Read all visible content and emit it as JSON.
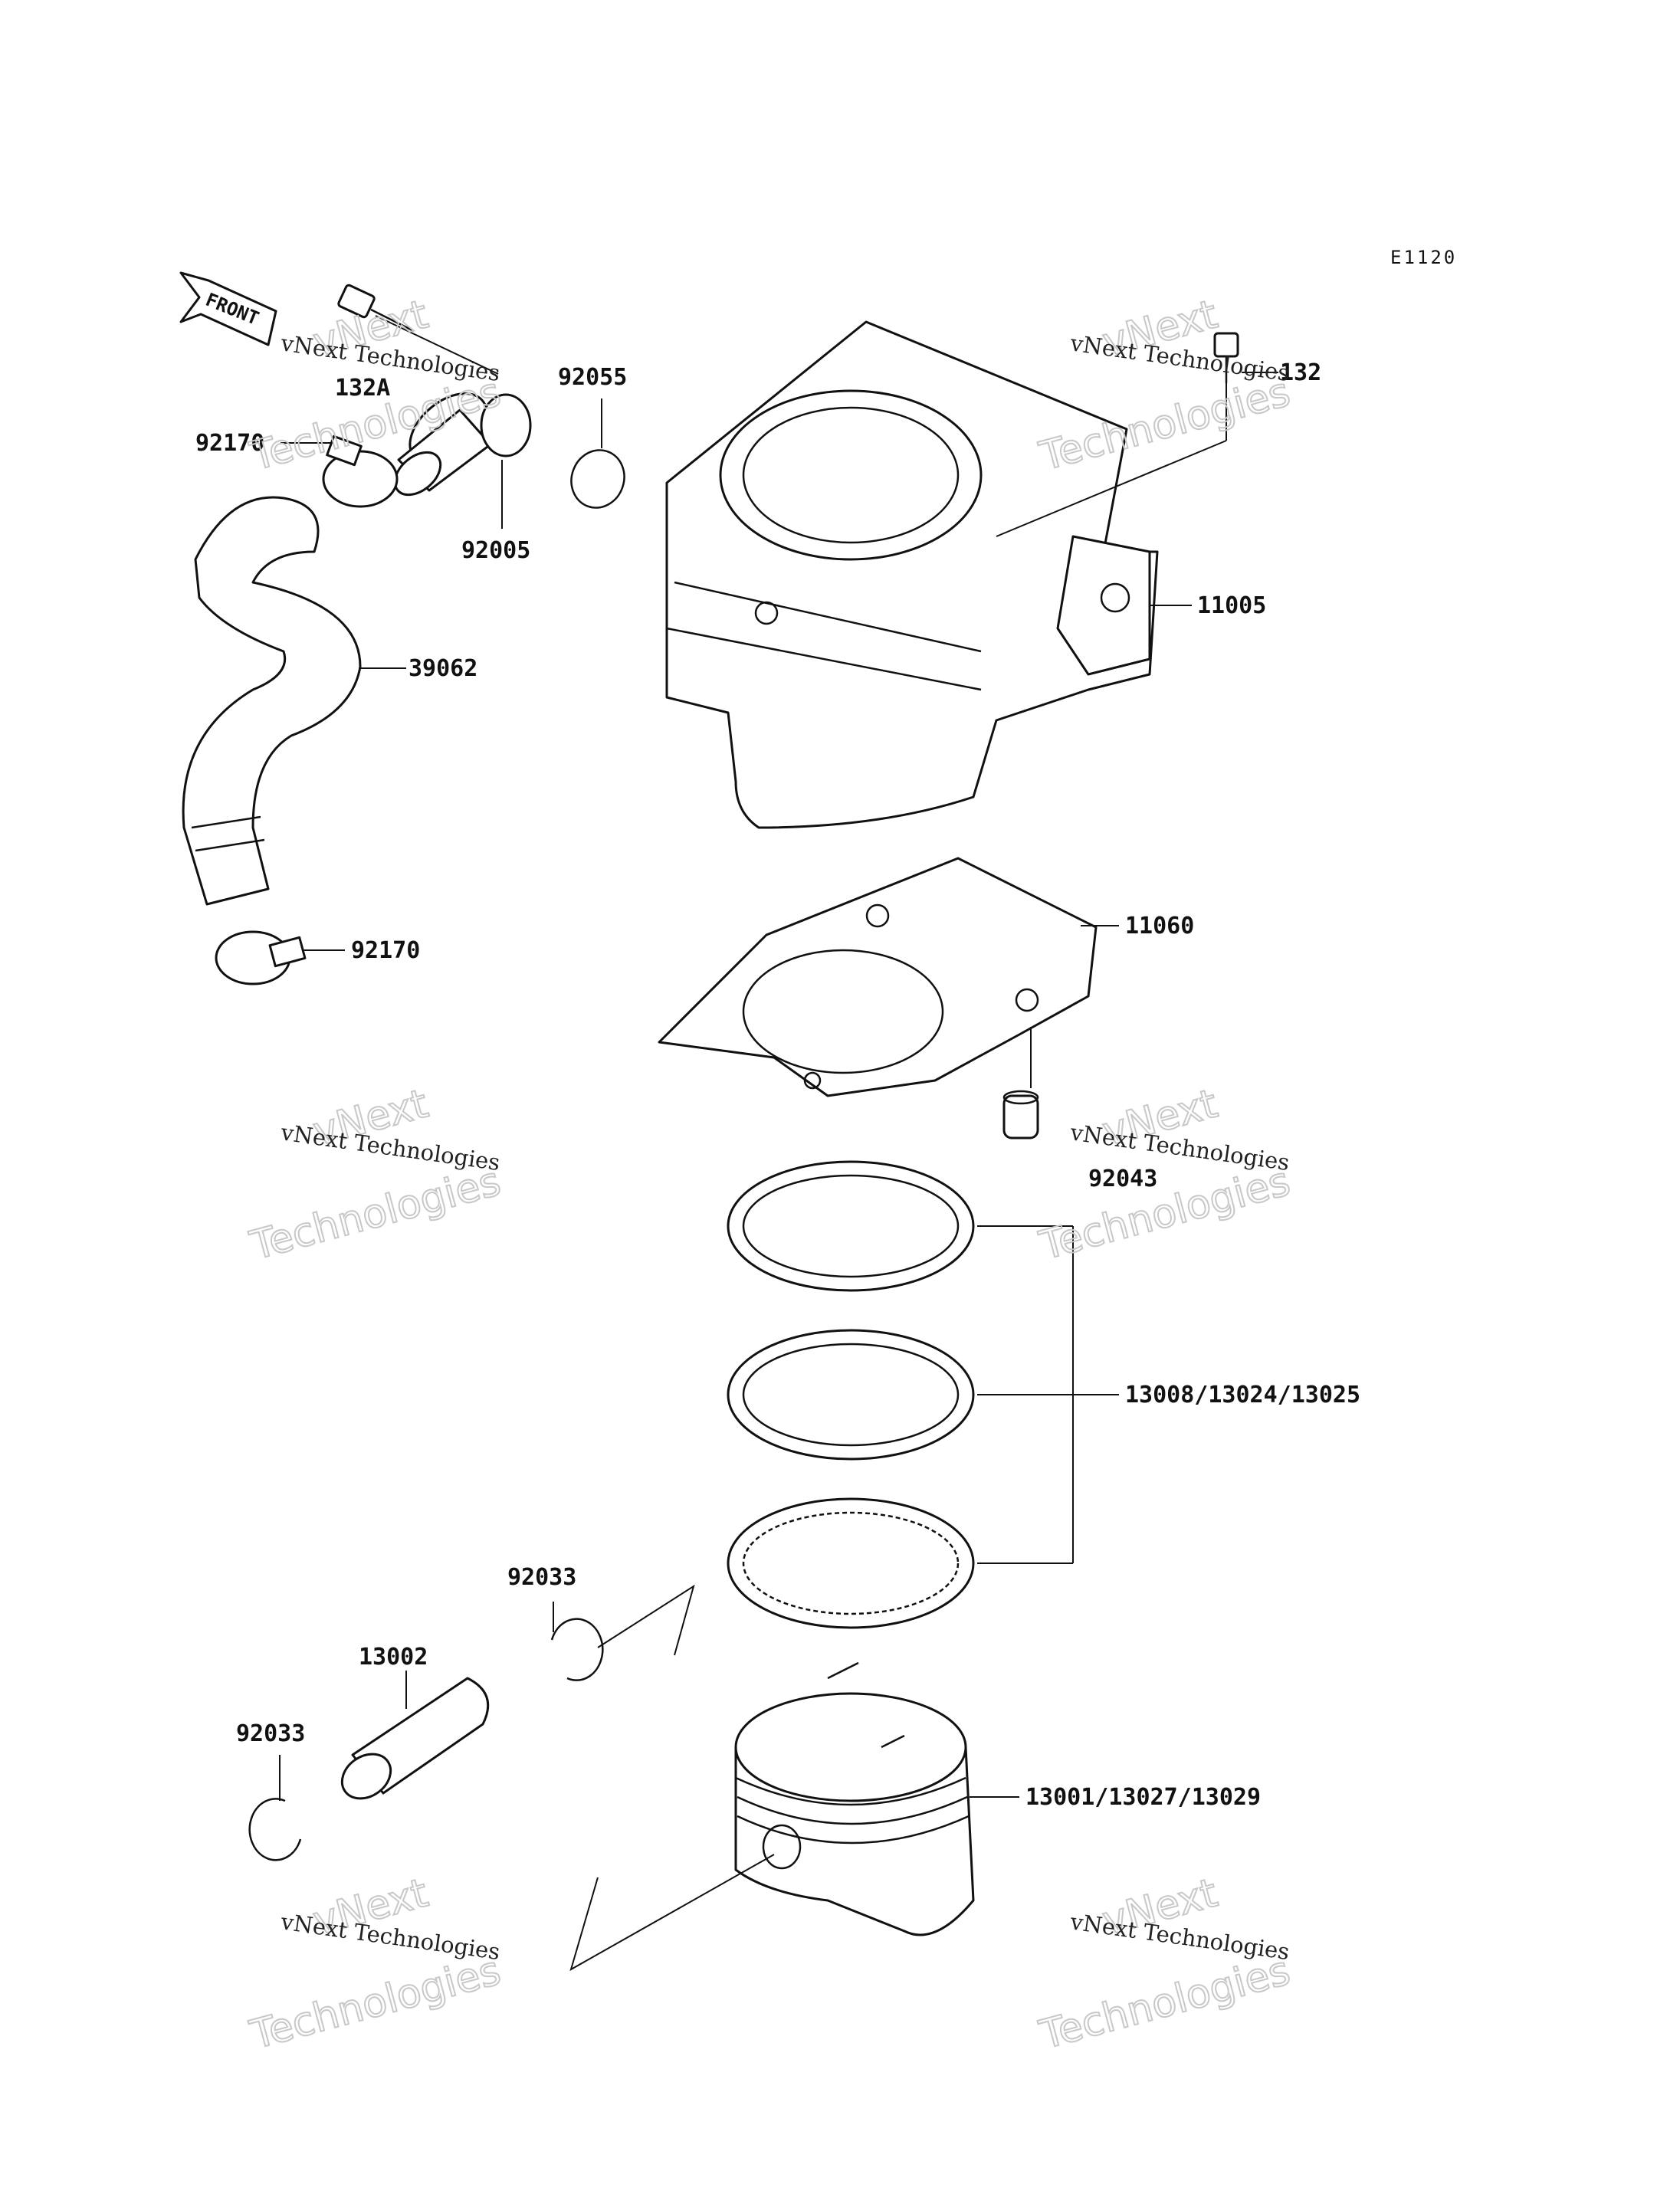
{
  "diagram": {
    "code": "E1120",
    "front_label": "FRONT",
    "parts": {
      "bolt_left": "132A",
      "bolt_right": "132",
      "oring": "92055",
      "clamp_top": "92170",
      "fitting": "92005",
      "hose": "39062",
      "cylinder": "11005",
      "clamp_bottom": "92170",
      "gasket": "11060",
      "dowel": "92043",
      "rings": "13008/13024/13025",
      "circlip_upper": "92033",
      "pin": "13002",
      "circlip_lower": "92033",
      "piston": "13001/13027/13029"
    }
  },
  "watermark": {
    "line1": "vNext",
    "line2": "vNext Technologies",
    "line3": "Technologies"
  }
}
